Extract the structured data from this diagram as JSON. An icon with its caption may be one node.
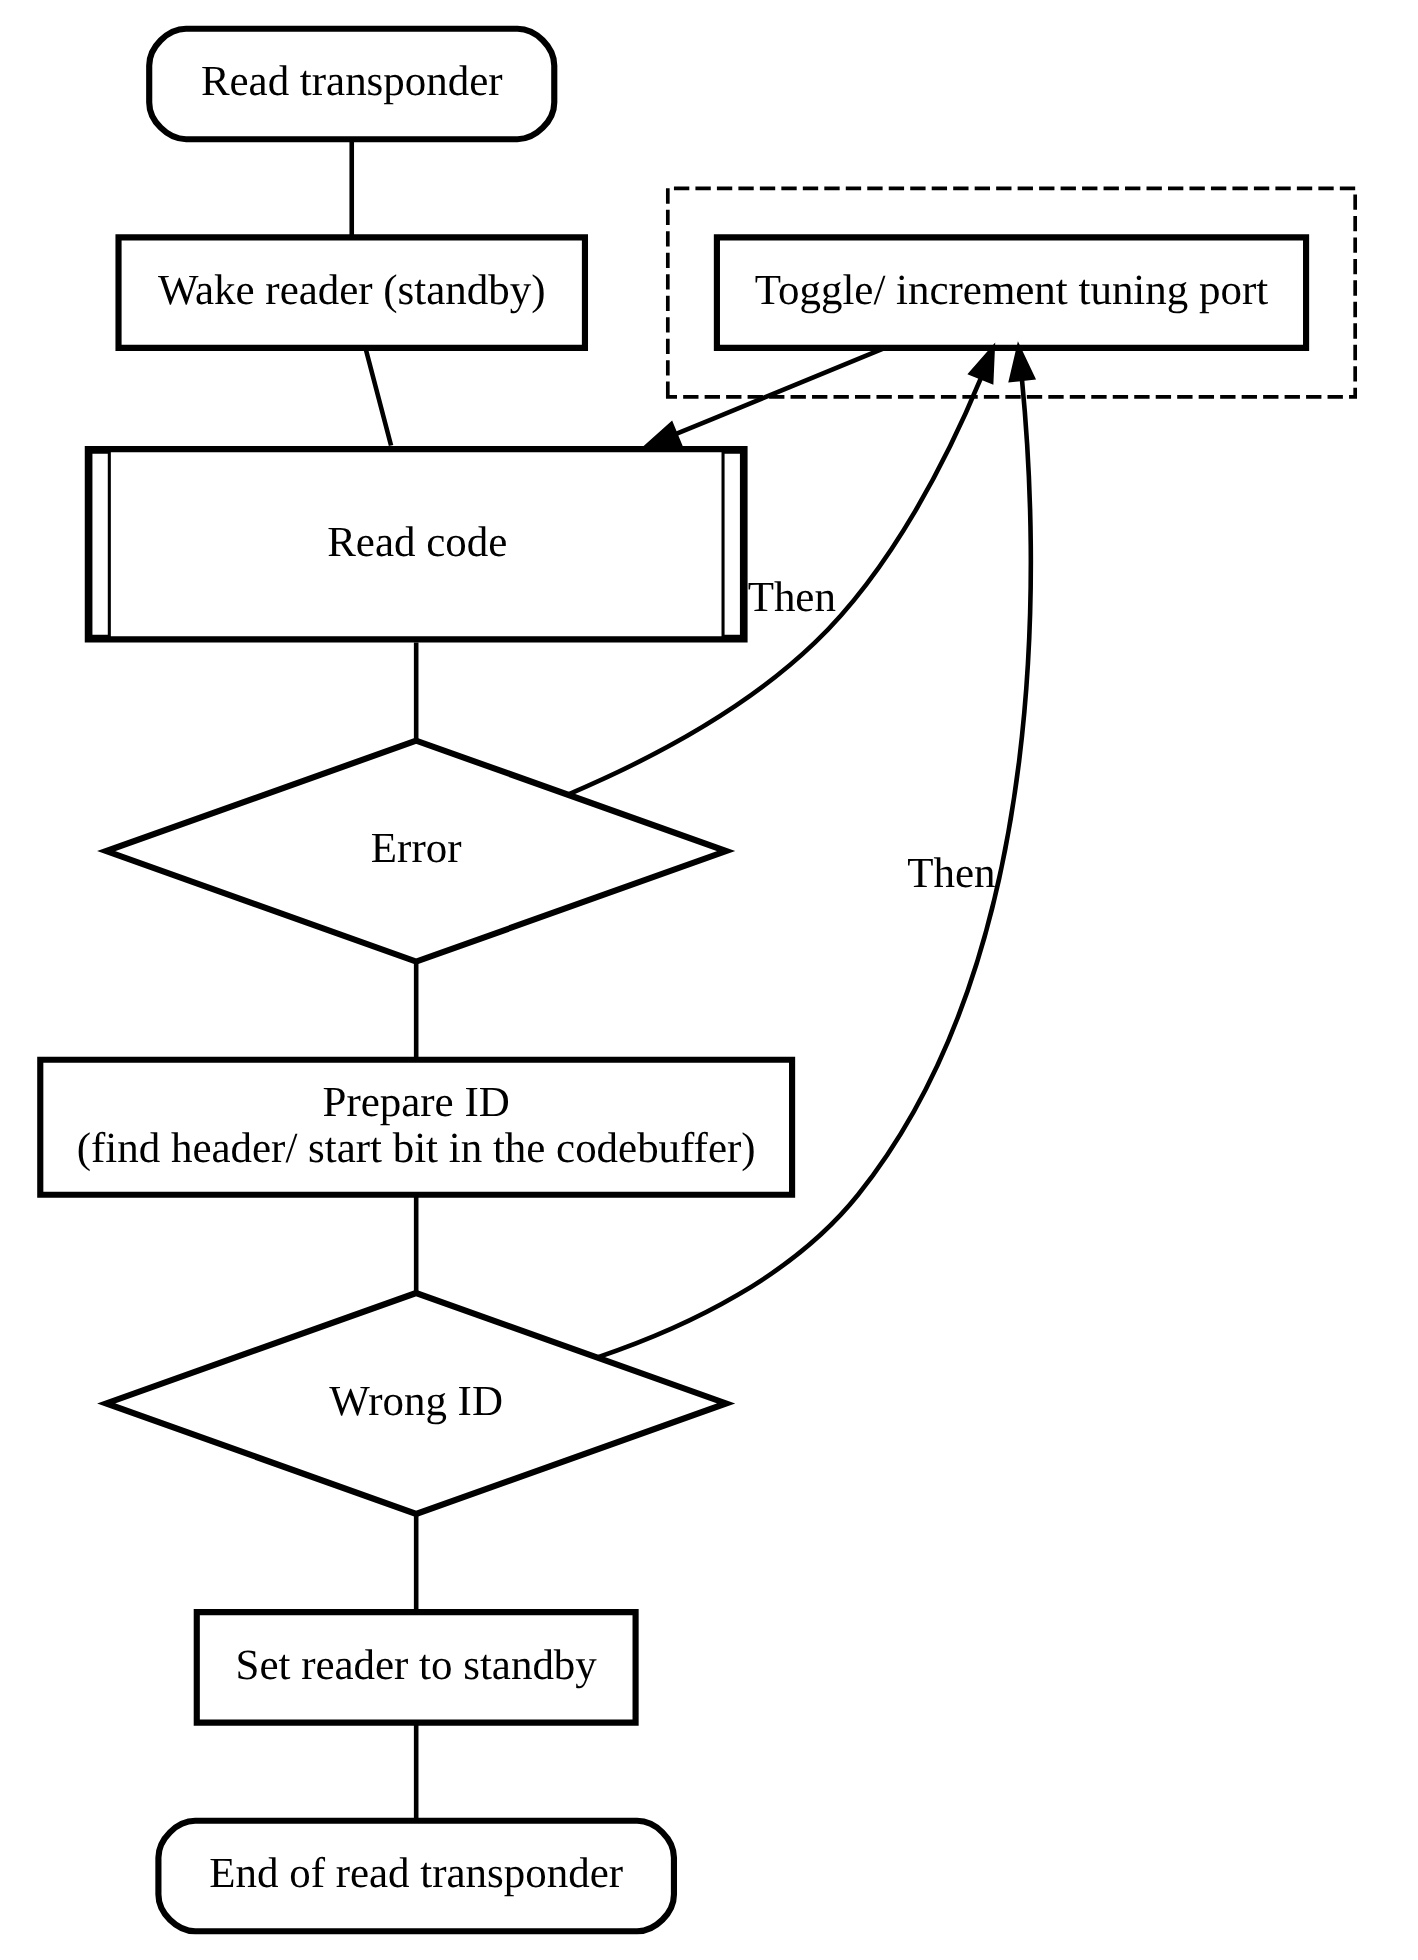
{
  "diagram": {
    "nodes": [
      {
        "text": [
          "Read transponder"
        ]
      },
      {
        "text": [
          "Wake reader (standby)"
        ]
      },
      {
        "text": [],
        "shape": "box"
      },
      {
        "text": [
          "Toggle/ increment tuning port"
        ],
        "in": 2
      },
      {
        "text": [
          "Read code"
        ]
      },
      {
        "text": [
          "Error"
        ]
      },
      {
        "text": [
          "Prepare ID",
          "(find header/ start bit in the codebuffer)"
        ]
      },
      {
        "text": [
          "Wrong ID"
        ]
      },
      {
        "text": [
          "Set reader to standby"
        ]
      },
      {
        "text": [
          "End of read transponder"
        ]
      }
    ],
    "edges": [
      {
        "from": 0,
        "to": 1,
        "arrow": "none"
      },
      {
        "from": 1,
        "to": 4,
        "arrow": "none"
      },
      {
        "from": 3,
        "to": 4,
        "arrow": "to"
      },
      {
        "from": 4,
        "to": 5,
        "arrow": "none"
      },
      {
        "from": 5,
        "to": 3,
        "arrow": "to",
        "label": "Then"
      },
      {
        "from": 5,
        "to": 6,
        "arrow": "none"
      },
      {
        "from": 6,
        "to": 7,
        "arrow": "none"
      },
      {
        "from": 7,
        "to": 3,
        "arrow": "to",
        "label": "Then"
      },
      {
        "from": 7,
        "to": 8,
        "arrow": "none"
      },
      {
        "from": 8,
        "to": 9,
        "arrow": "none"
      }
    ]
  }
}
